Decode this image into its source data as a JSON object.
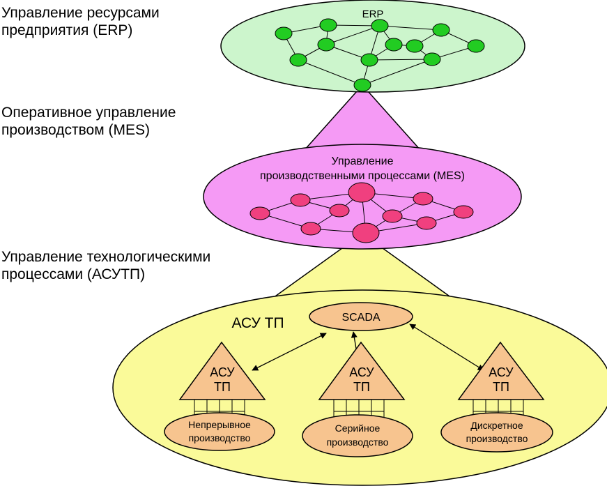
{
  "side_labels": {
    "erp": [
      "Управление ресурсами",
      "предприятия (ERP)"
    ],
    "mes": [
      "Оперативное управление",
      "производством (MES)"
    ],
    "acs": [
      "Управление технологическими",
      "процессами (АСУТП)"
    ]
  },
  "erp_title": "ERP",
  "mes_title": [
    "Управление",
    "производственными процессами (MES)"
  ],
  "acs_title": "АСУ ТП",
  "scada": "SCADA",
  "units": [
    {
      "line1": "АСУ",
      "line2": "ТП",
      "prod1": "Непрерывное",
      "prod2": "производство"
    },
    {
      "line1": "АСУ",
      "line2": "ТП",
      "prod1": "Серийное",
      "prod2": "производство"
    },
    {
      "line1": "АСУ",
      "line2": "ТП",
      "prod1": "Дискретное",
      "prod2": "производство"
    }
  ],
  "colors": {
    "erp_fill": "#ccf5cc",
    "erp_node": "#22cc22",
    "mes_fill": "#f59af5",
    "mes_node": "#f0407f",
    "acs_fill": "#fafa99",
    "prod_fill": "#f7c48f"
  }
}
